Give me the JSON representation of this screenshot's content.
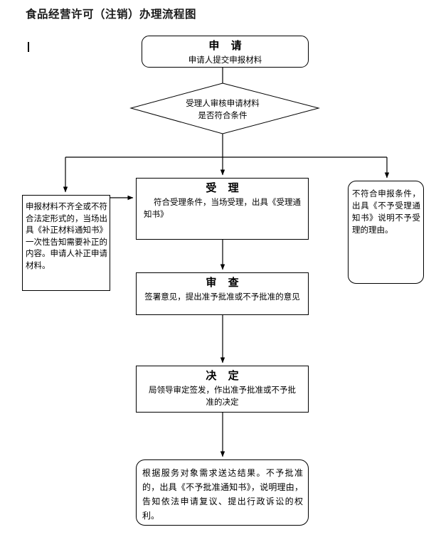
{
  "title": "食品经营许可（注销）办理流程图",
  "diagram": {
    "type": "flowchart",
    "orientation": "top-to-bottom",
    "nodes": [
      {
        "id": "apply",
        "shape": "rounded-rectangle",
        "heading": "申  请",
        "body": "申请人提交申报材料"
      },
      {
        "id": "review-decision",
        "shape": "diamond",
        "heading": "",
        "body_line1": "受理人审核申请材料",
        "body_line2": "是否符合条件"
      },
      {
        "id": "supplement",
        "shape": "rectangle",
        "heading": "",
        "body": "申报材料不齐全或不符合法定形式的，当场出具《补正材料通知书》一次性告知需要补正的内容。申请人补正申请材料。"
      },
      {
        "id": "accept",
        "shape": "rectangle",
        "heading": "受  理",
        "body": "符合受理条件，当场受理，出具《受理通知书》"
      },
      {
        "id": "not-accept",
        "shape": "rounded-rectangle",
        "heading": "",
        "body": "不符合申报条件，出具《不予受理通知书》说明不予受理的理由。"
      },
      {
        "id": "examine",
        "shape": "rectangle",
        "heading": "审  查",
        "body": "签署意见，提出准予批准或不予批准的意见"
      },
      {
        "id": "decide",
        "shape": "rectangle",
        "heading": "决  定",
        "body": "局领导审定签发，作出准予批准或不予批准的决定"
      },
      {
        "id": "deliver",
        "shape": "rounded-rectangle",
        "heading": "",
        "body": "根据服务对象需求送达结果。不予批准的，出具《不予批准通知书》，说明理由，告知依法申请复议、提出行政诉讼的权利。"
      }
    ],
    "edges": [
      {
        "from": "apply",
        "to": "review-decision"
      },
      {
        "from": "review-decision",
        "to": "supplement"
      },
      {
        "from": "review-decision",
        "to": "accept"
      },
      {
        "from": "review-decision",
        "to": "not-accept"
      },
      {
        "from": "supplement",
        "to": "accept"
      },
      {
        "from": "accept",
        "to": "examine"
      },
      {
        "from": "examine",
        "to": "decide"
      },
      {
        "from": "decide",
        "to": "deliver"
      }
    ]
  },
  "style": {
    "stroke": "#000000",
    "fill": "#ffffff",
    "text": "#000000",
    "background": "#ffffff"
  }
}
